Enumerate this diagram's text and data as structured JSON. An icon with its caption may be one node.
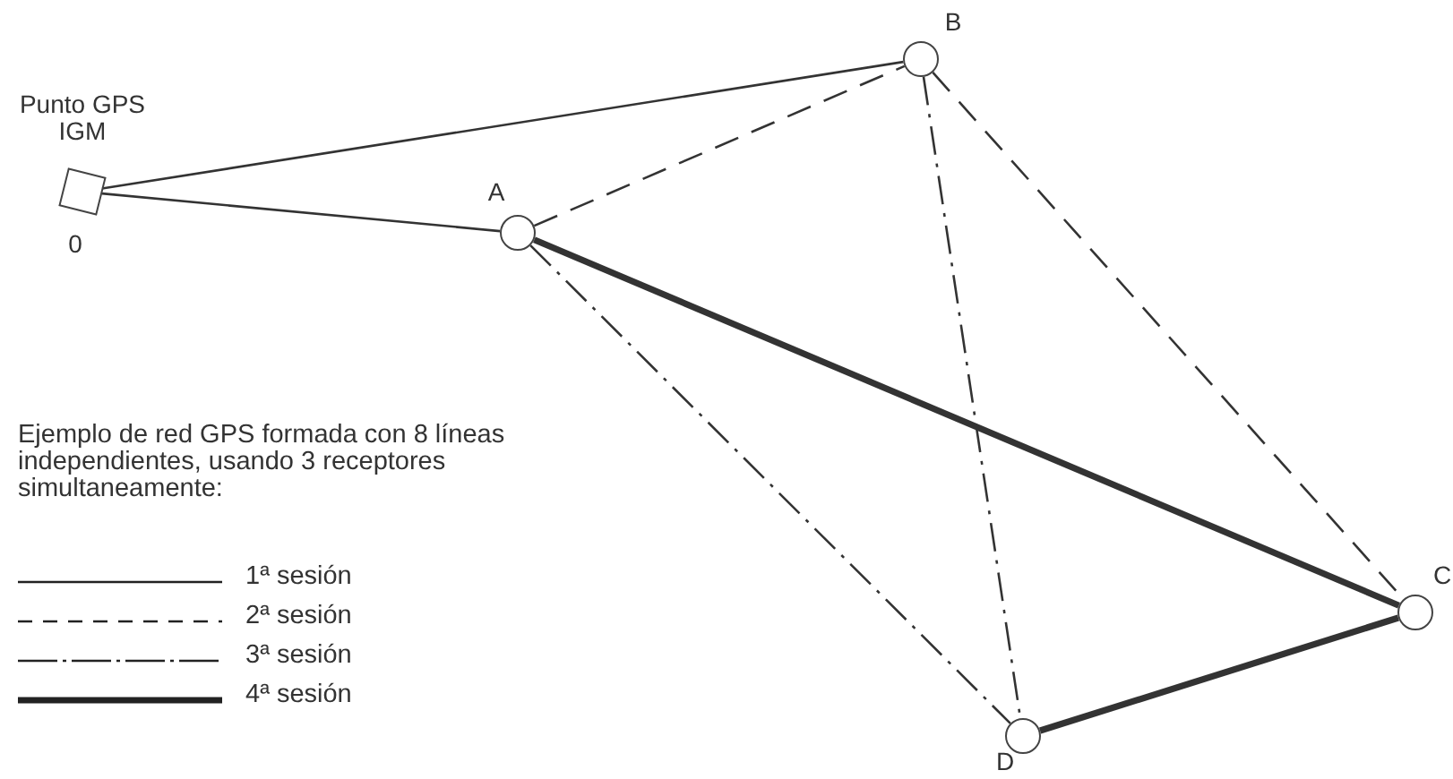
{
  "diagram": {
    "nodes": [
      {
        "text": [
          "Punto GPS IGM",
          "0"
        ]
      },
      {
        "text": [
          "A"
        ]
      },
      {
        "text": [
          "B"
        ]
      },
      {
        "text": [
          "C"
        ]
      },
      {
        "text": [
          "D"
        ]
      }
    ],
    "edges": [
      {
        "from": 0,
        "to": 2,
        "arrow": "none"
      },
      {
        "from": 0,
        "to": 1,
        "arrow": "none"
      },
      {
        "from": 1,
        "to": 2,
        "arrow": "none",
        "style": "dashed"
      },
      {
        "from": 2,
        "to": 3,
        "arrow": "none",
        "style": "dashed"
      },
      {
        "from": 2,
        "to": 4,
        "arrow": "none",
        "style": "dashed"
      },
      {
        "from": 1,
        "to": 4,
        "arrow": "none",
        "style": "dashed"
      },
      {
        "from": 1,
        "to": 3,
        "arrow": "none",
        "style": "thick"
      },
      {
        "from": 4,
        "to": 3,
        "arrow": "none",
        "style": "thick"
      }
    ],
    "labels": [
      "Ejemplo de red GPS formada con 8 líneas independientes, usando 3 receptores simultaneamente:"
    ],
    "legend": [
      {
        "text": "1ª sesión"
      },
      {
        "text": "2ª sesión"
      },
      {
        "text": "3ª sesión"
      },
      {
        "text": "4ª sesión"
      }
    ]
  }
}
